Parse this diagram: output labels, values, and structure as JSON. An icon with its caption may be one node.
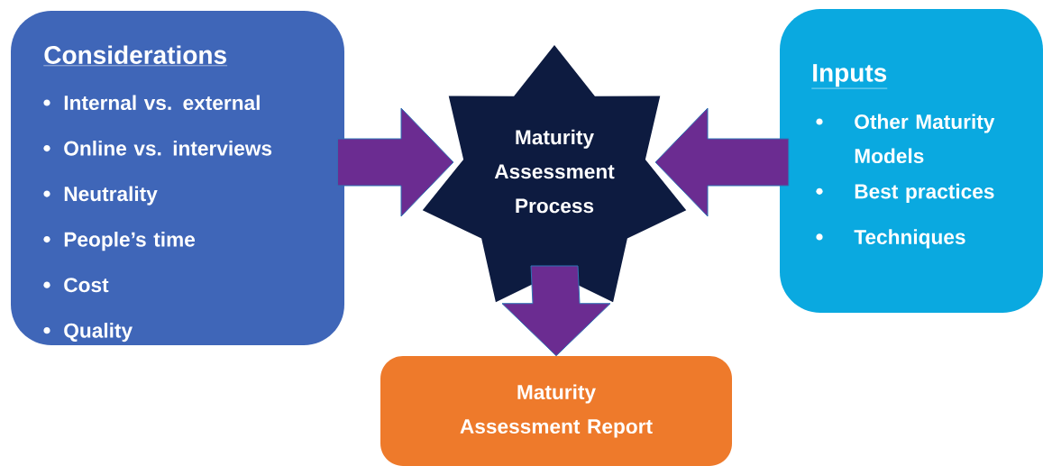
{
  "diagram": {
    "nodes": [
      {
        "text": [
          "Considerations",
          "Internal vs. external",
          "Online vs. interviews",
          "Neutrality",
          "People’s time",
          "Cost",
          "Quality"
        ]
      },
      {
        "text": [
          "Maturity Assessment Process"
        ]
      },
      {
        "text": [
          "Inputs",
          "Other Maturity Models",
          "Best practices",
          "Techniques"
        ]
      },
      {
        "text": [
          "Maturity Assessment Report"
        ]
      }
    ],
    "edges": [
      {
        "from": 0,
        "to": 1,
        "arrow": "to"
      },
      {
        "from": 2,
        "to": 1,
        "arrow": "to"
      },
      {
        "from": 1,
        "to": 3,
        "arrow": "to"
      }
    ]
  }
}
